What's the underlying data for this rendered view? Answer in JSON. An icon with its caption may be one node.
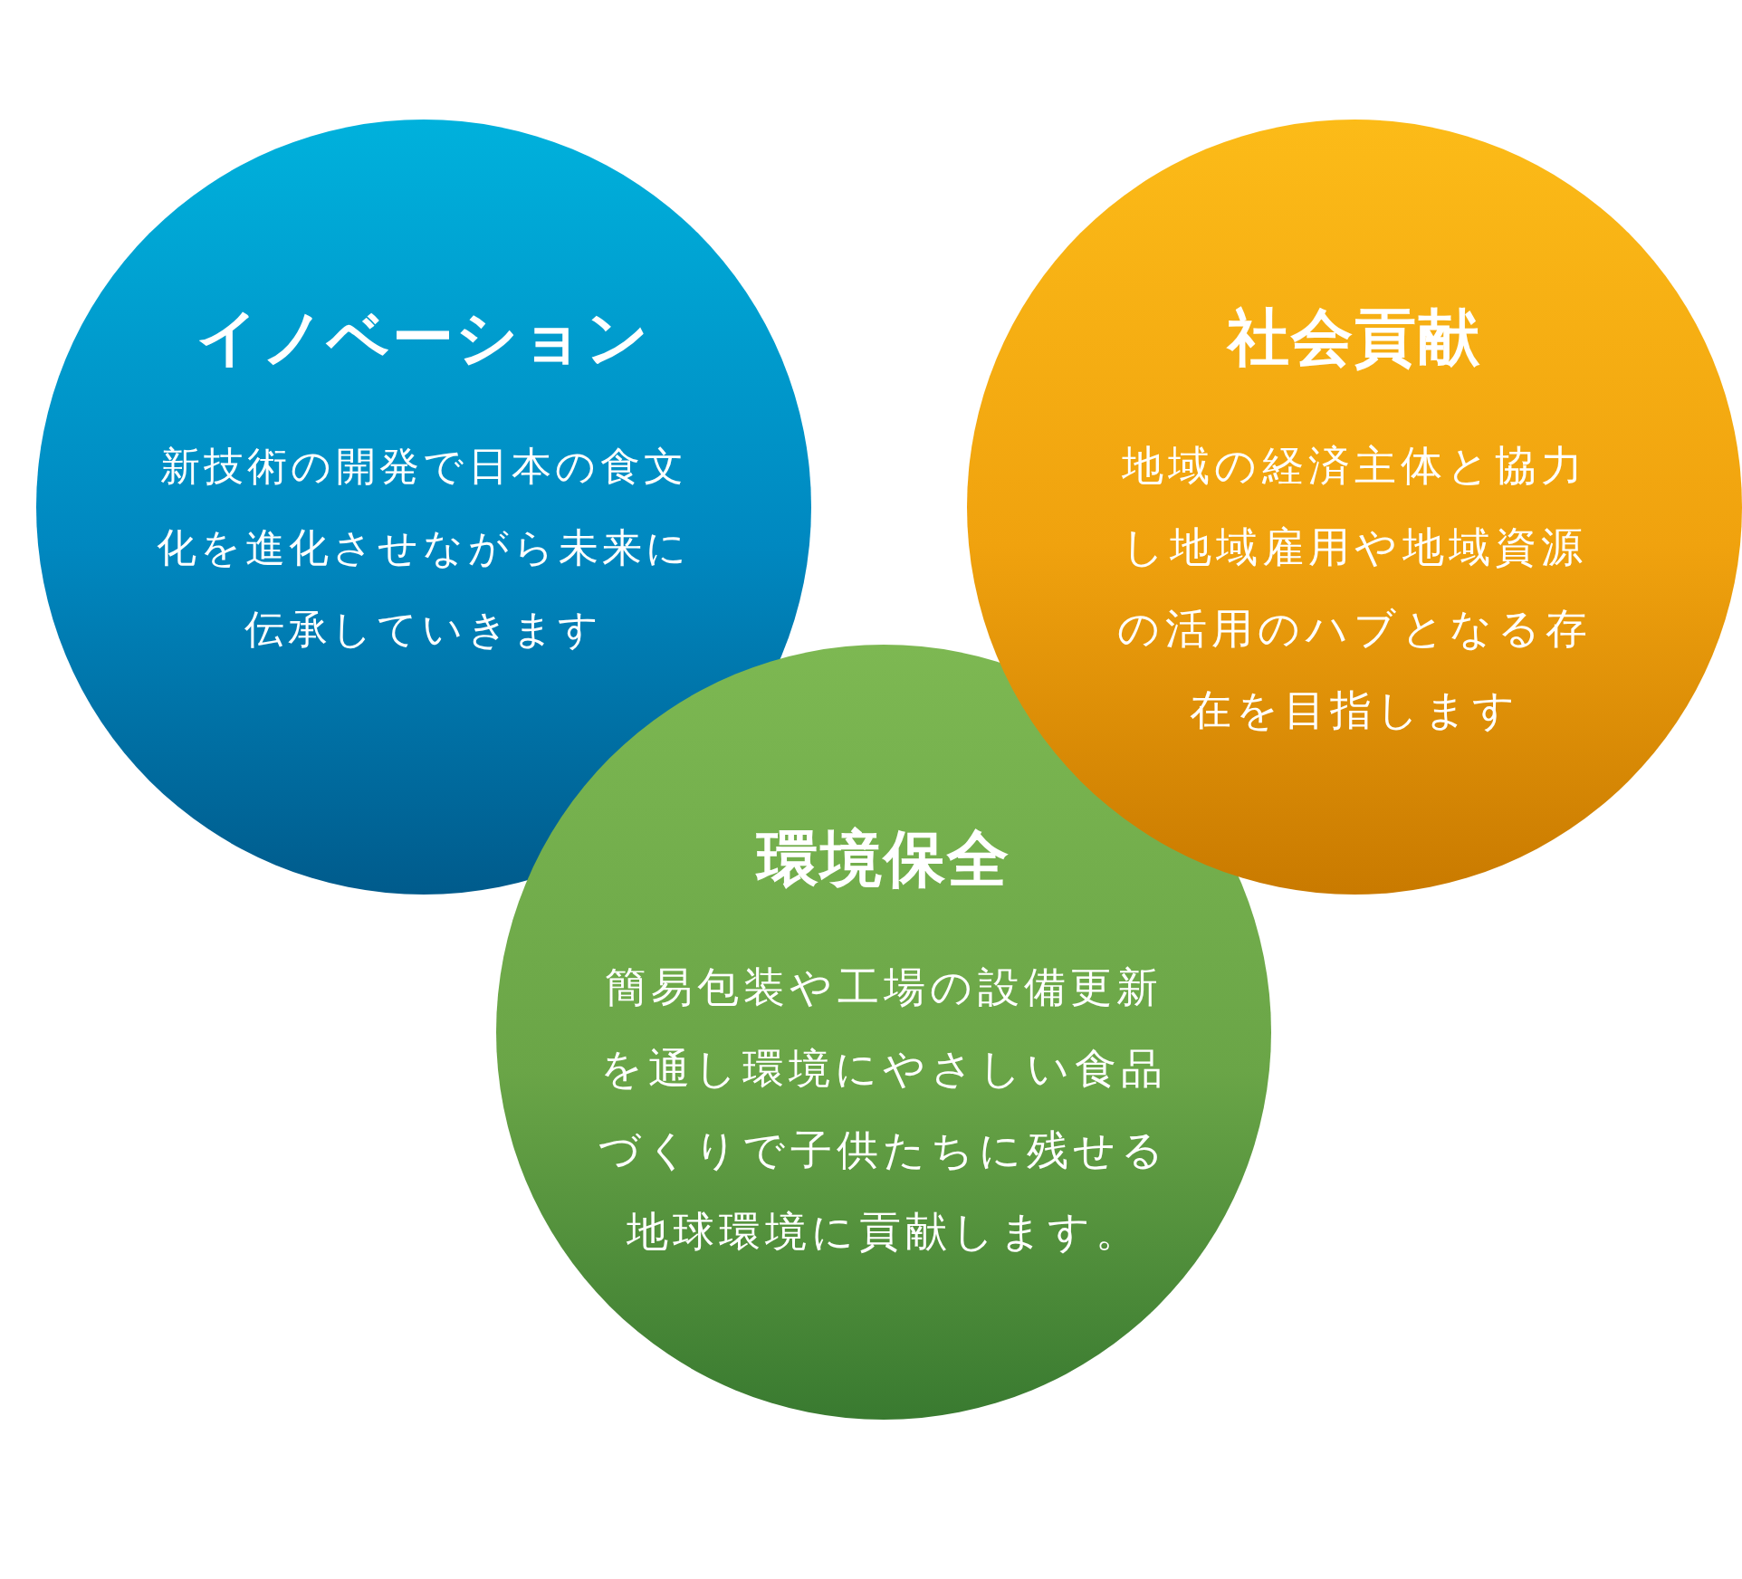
{
  "diagram": {
    "nodes": [
      {
        "text": [
          "イノベーション",
          "新技術の開発で日本の食文化を進化させながら未来に伝承していきます"
        ]
      },
      {
        "text": [
          "社会貢献",
          "地域の経済主体と協力し地域雇用や地域資源の活用のハブとなる存在を目指します"
        ]
      },
      {
        "text": [
          "環境保全",
          "簡易包装や工場の設備更新を通し環境にやさしい食品づくりで子供たちに残せる地球環境に貢献します。"
        ]
      }
    ]
  }
}
